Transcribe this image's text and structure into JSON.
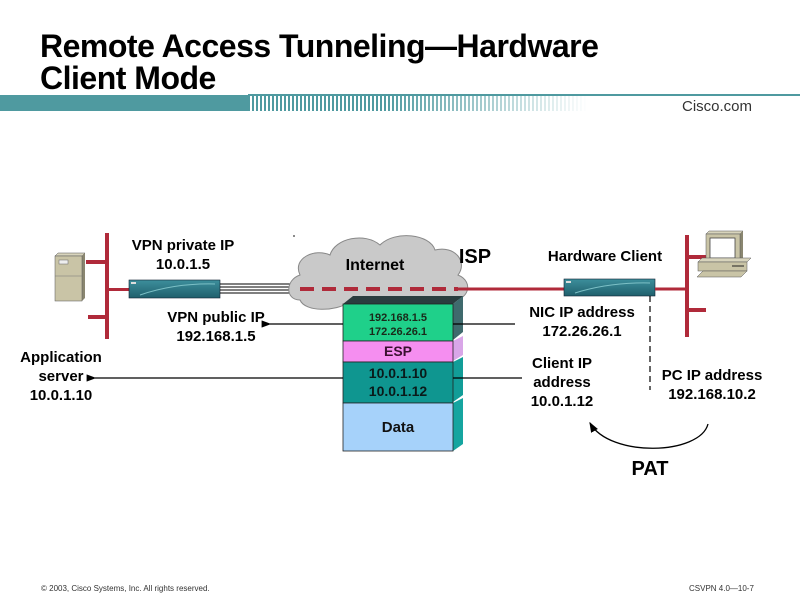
{
  "slide": {
    "title_line1": "Remote Access Tunneling—Hardware",
    "title_line2": "Client Mode",
    "brand": "Cisco.com",
    "footer_left": "© 2003, Cisco Systems, Inc. All rights reserved.",
    "footer_right": "CSVPN 4.0—10-7"
  },
  "diagram": {
    "cloud_label": "Internet",
    "isp_label": "ISP",
    "hardware_client_label": "Hardware Client",
    "vpn_private": {
      "title": "VPN private IP",
      "ip": "10.0.1.5"
    },
    "vpn_public": {
      "title": "VPN public IP",
      "ip": "192.168.1.5"
    },
    "app_server": {
      "line1": "Application",
      "line2": "server",
      "ip": "10.0.1.10"
    },
    "nic": {
      "title": "NIC IP address",
      "ip": "172.26.26.1"
    },
    "client_ip": {
      "line1": "Client IP",
      "line2": "address",
      "ip": "10.0.1.12"
    },
    "pc_ip": {
      "title": "PC IP address",
      "ip": "192.168.10.2"
    },
    "pat_label": "PAT",
    "packet": {
      "outer_ip_dst": "192.168.1.5",
      "outer_ip_src": "172.26.26.1",
      "esp": "ESP",
      "inner_ip_dst": "10.0.1.10",
      "inner_ip_src": "10.0.1.12",
      "data": "Data"
    },
    "colors": {
      "lan_line": "#b02a3a",
      "teal_band": "#4f9aa0",
      "outer_ip_block": "#1fd08a",
      "esp_block": "#f58ef0",
      "inner_ip_block": "#0f9690",
      "data_block": "#a6d2fa"
    }
  }
}
